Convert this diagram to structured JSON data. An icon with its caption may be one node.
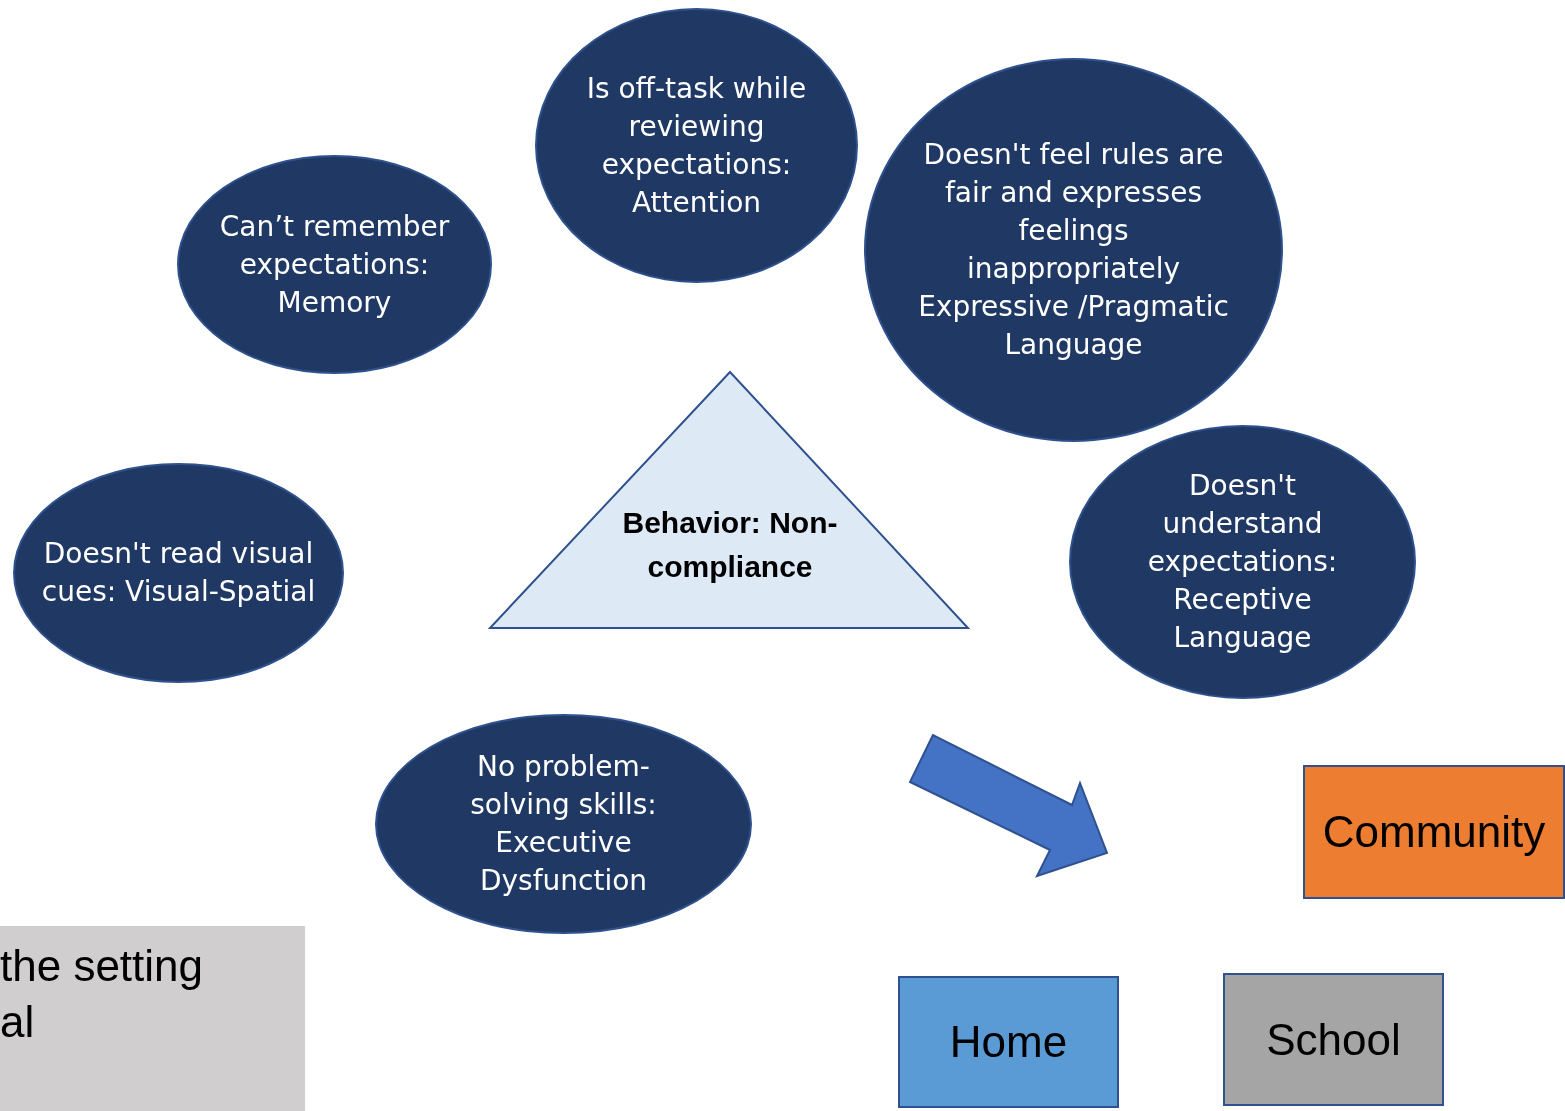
{
  "diagram": {
    "nodes": [
      {
        "text": [
          "Is off-task while reviewing expectations: Attention"
        ]
      },
      {
        "text": [
          "Can’t remember expectations: Memory"
        ]
      },
      {
        "text": [
          "Doesn't feel rules are fair and expresses feelings inappropriately Expressive /Pragmatic Language"
        ]
      },
      {
        "text": [
          "Doesn't read visual cues: Visual-Spatial"
        ]
      },
      {
        "text": [
          "Behavior: Non-compliance"
        ]
      },
      {
        "text": [
          "Doesn't understand expectations: Receptive Language"
        ]
      },
      {
        "text": [
          "No problem-solving skills: Executive Dysfunction"
        ]
      },
      {
        "text": [
          "Community"
        ]
      },
      {
        "text": [
          "the setting al"
        ]
      },
      {
        "text": [
          "Home"
        ]
      },
      {
        "text": [
          "School"
        ]
      }
    ]
  }
}
